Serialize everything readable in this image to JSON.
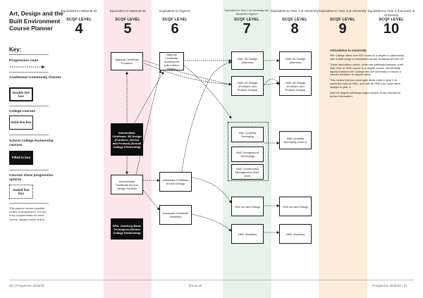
{
  "title": "Art, Design and the Built Environment Course Planner",
  "levels": [
    {
      "equivalent": "Equivalent to National 4s",
      "label": "SCQF LEVEL",
      "number": "4"
    },
    {
      "equivalent": "Equivalent to National 5s",
      "label": "SCQF LEVEL",
      "number": "5"
    },
    {
      "equivalent": "Equivalent to Highers",
      "label": "SCQF LEVEL",
      "number": "6"
    },
    {
      "equivalent": "Equivalent to Year 1 at University and Advanced Highers",
      "label": "SCQF LEVEL",
      "number": "7"
    },
    {
      "equivalent": "Equivalent to Year 2 at University",
      "label": "SCQF LEVEL",
      "number": "8"
    },
    {
      "equivalent": "Equivalent to Year 3 at University",
      "label": "SCQF LEVEL",
      "number": "9"
    },
    {
      "equivalent": "Equivalent to Year 4 (honours) at University",
      "label": "SCQF LEVEL",
      "number": "10"
    }
  ],
  "key": {
    "title": "Key:",
    "progression": "Progression route",
    "academies": "Academies/ Community Classes",
    "double_box": "Double line box",
    "college": "College courses",
    "solid_box": "Solid line box",
    "partnership": "School College Partnership courses",
    "filled_box": "Filled in box",
    "shared": "Courses share progression options",
    "dotted_box": "Dotted line box",
    "note": "This planner shows possible routes of progression. For full entry requirements for each course, always check online."
  },
  "nodes": {
    "nat_cert_furniture": "National Certificate Furniture",
    "nat_cert_arch": "National Certificate Architecture with Interior Design",
    "int_cert_3d": "Intermediate Certificate: 3D Design (Furniture, Interior and Product) (School College Partnership)",
    "int_cert_portfolio": "Intermediate Certificate Art and Design Portfolio",
    "nppa_jewellery": "NPA: Jewellery Basic Techniques (School College Partnership)",
    "adv_cert_art": "Advanced Certificate Art and Design",
    "adv_cert_jewellery": "Advanced Certificate Jewellery",
    "hnc_3d_interiors": "HNC 3D Design (Interiors)",
    "hnc_3d_furniture": "HNC 3D Design (Furniture and Product Design)",
    "hnc_qs": "HNC Quantity Surveying",
    "hnc_arch_tech": "HNC Architectural Technology",
    "hnc_construction": "HNC Construction Management (Part-time)",
    "hnc_art": "HNC Art and Design",
    "hnc_jewellery": "HNC Jewellery",
    "hnd_3d_interiors": "HND 3D Design (Interiors)",
    "hnd_3d_furniture": "HND 3D Design (Furniture and Product Design)",
    "hnd_qs": "HND Quantity Surveying (Year 2)",
    "hnd_art": "HND Art and Design",
    "hnd_jewellery": "HND Jewellery"
  },
  "articulation": {
    "heading": "Articulation to university",
    "p1": "Fife College offers over 800 routes to a degree in partnership with a wide range of universities across Scotland and the UK.",
    "p2": "These articulation routes, which are pathways between a full-time HNC or HND course to a degree course, are formally agreed between the College and the university to ensure a smooth transition to degree study.",
    "p3": "This means that you could gain direct entry to year 2 at university from an HNC, and with an HND you could move straight to year 3.",
    "p4": "Visit the degree pathways pages section of our website for further information."
  },
  "footer": {
    "left": "36 | Prospectus 2025/26",
    "center": "fife.ac.uk",
    "right": "Prospectus 2025/26 | 37"
  }
}
